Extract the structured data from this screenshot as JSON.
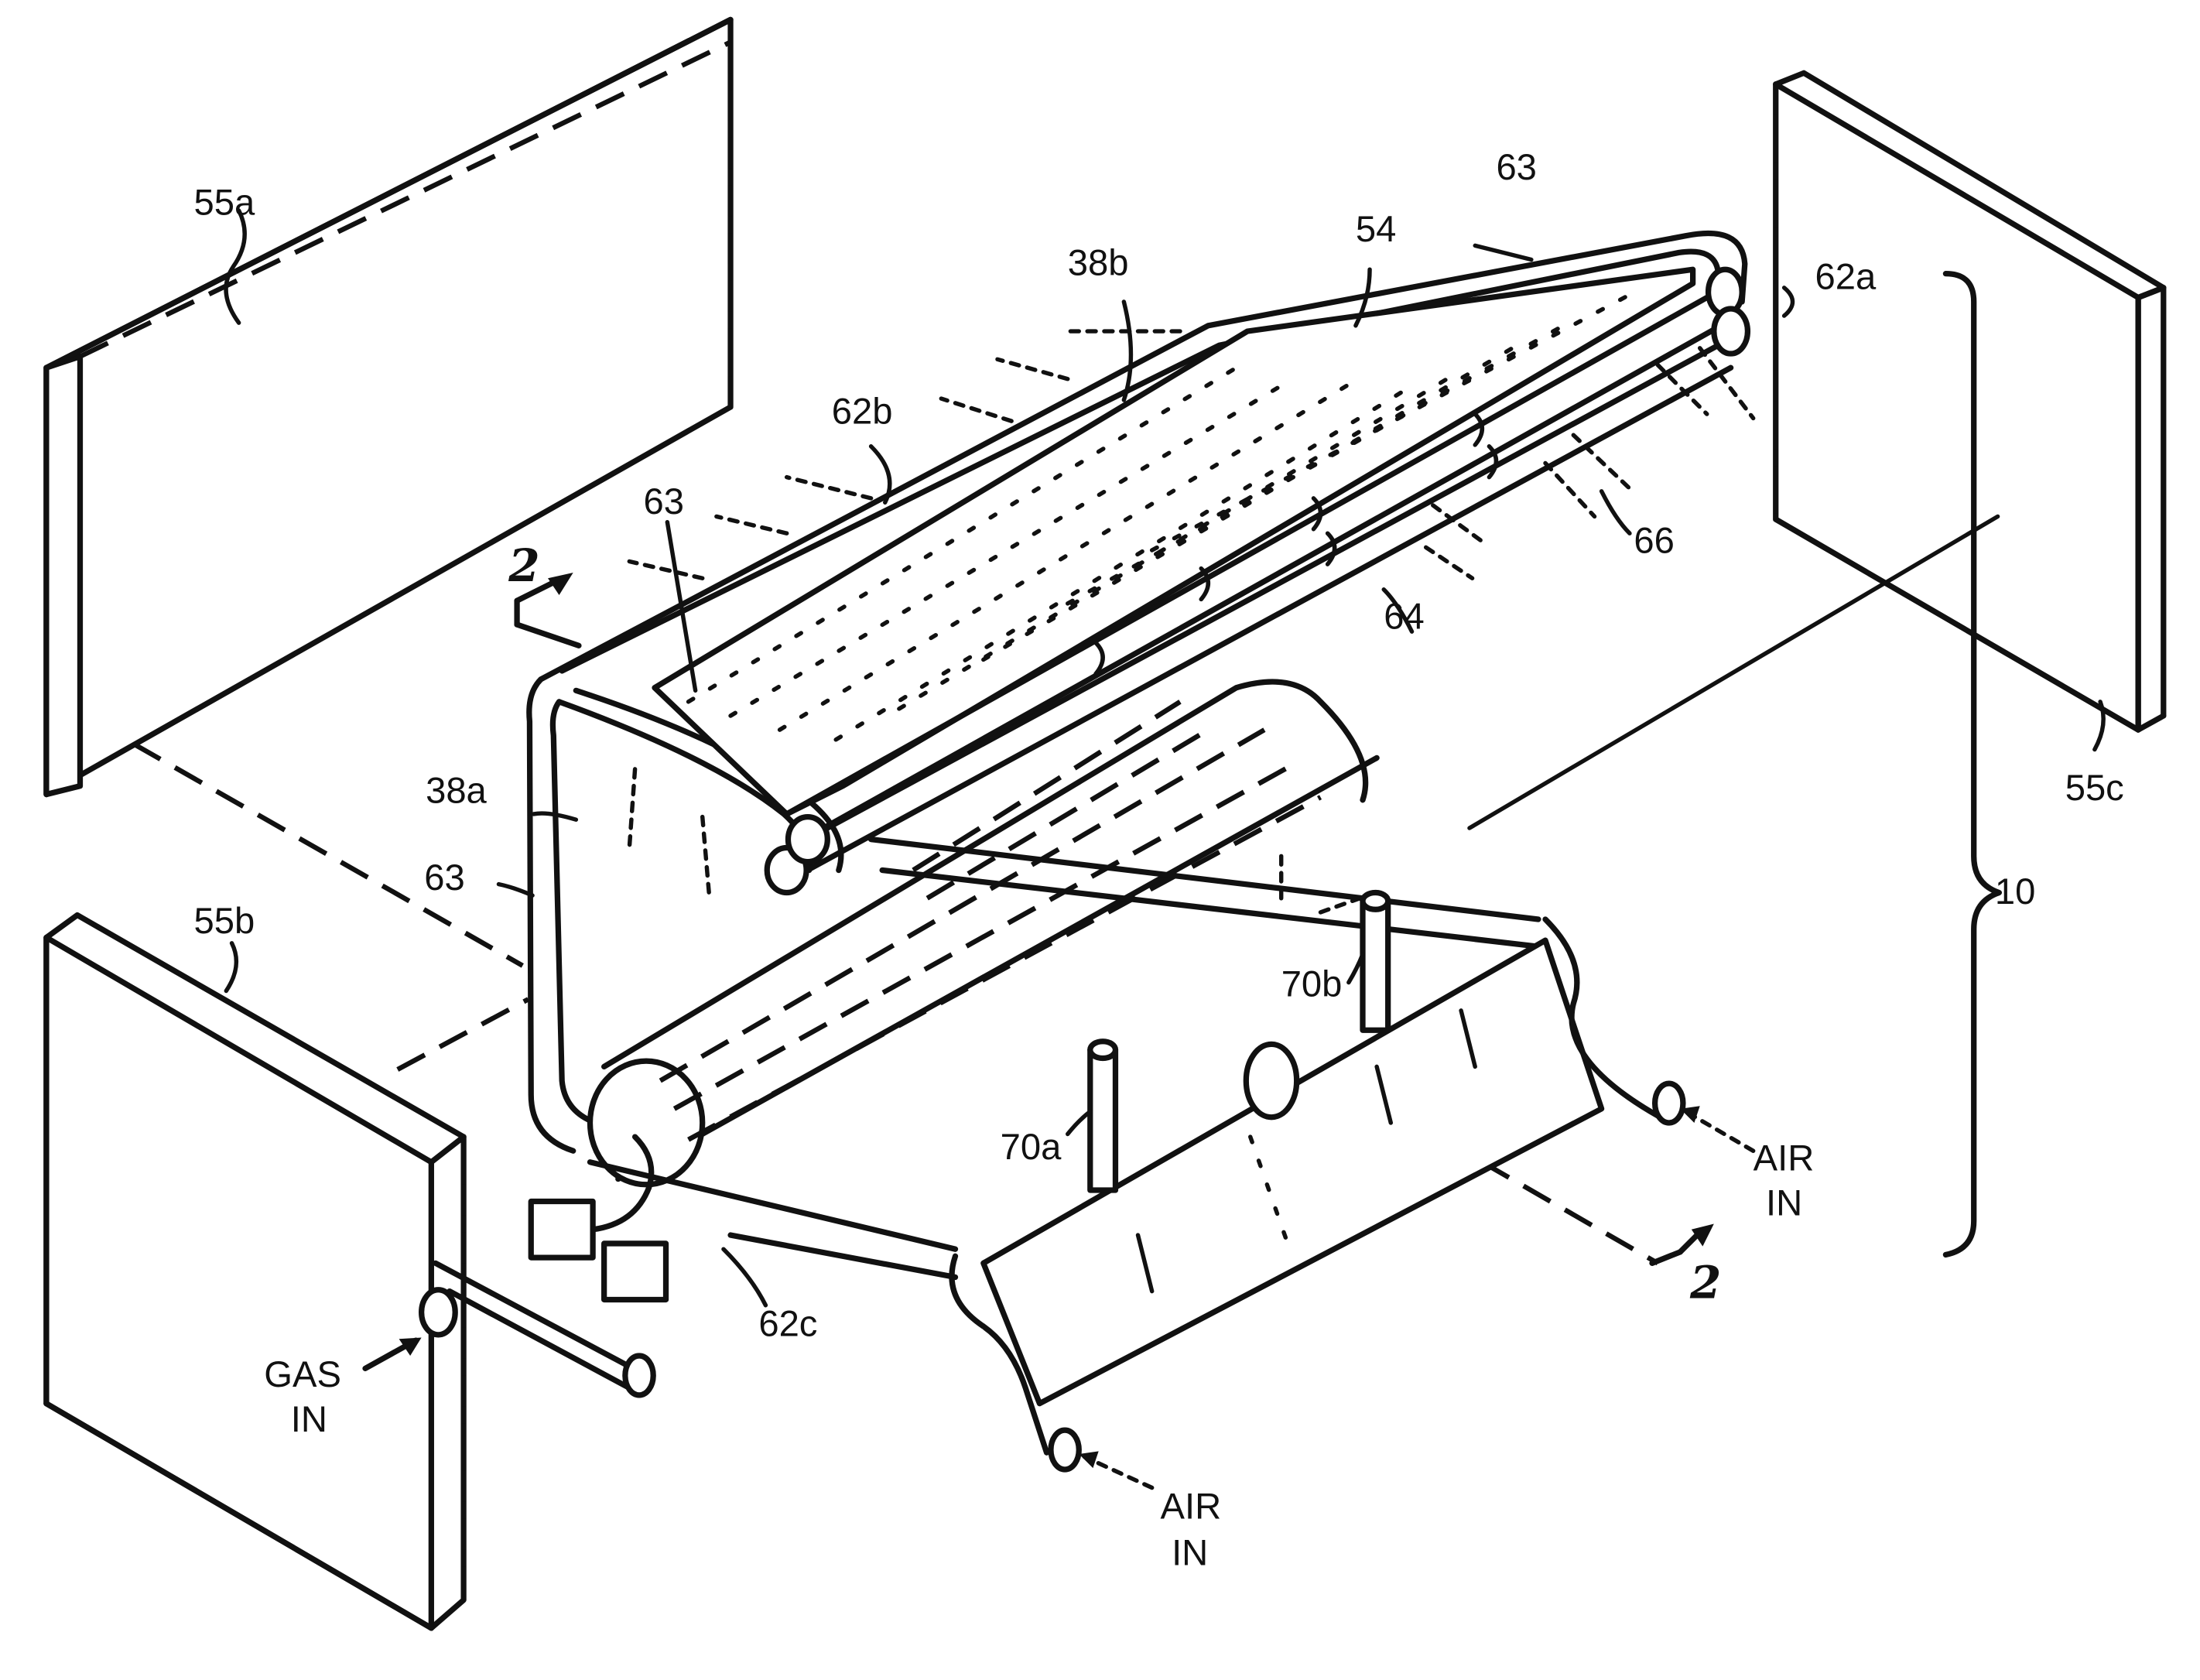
{
  "labels": {
    "l55a": "55a",
    "l55b": "55b",
    "l55c": "55c",
    "l63_top": "63",
    "l63_mid": "63",
    "l63_left": "63",
    "l54": "54",
    "l38b": "38b",
    "l38a": "38a",
    "l62a": "62a",
    "l62b": "62b",
    "l62c": "62c",
    "l64": "64",
    "l66": "66",
    "l70a": "70a",
    "l70b": "70b",
    "l10": "10",
    "air_in_right_1": "AIR",
    "air_in_right_2": "IN",
    "air_in_bottom_1": "AIR",
    "air_in_bottom_2": "IN",
    "gas_in_1": "GAS",
    "gas_in_2": "IN",
    "section_top": "2",
    "section_bottom": "2"
  },
  "colors": {
    "ink": "#111111",
    "paper": "#ffffff"
  }
}
